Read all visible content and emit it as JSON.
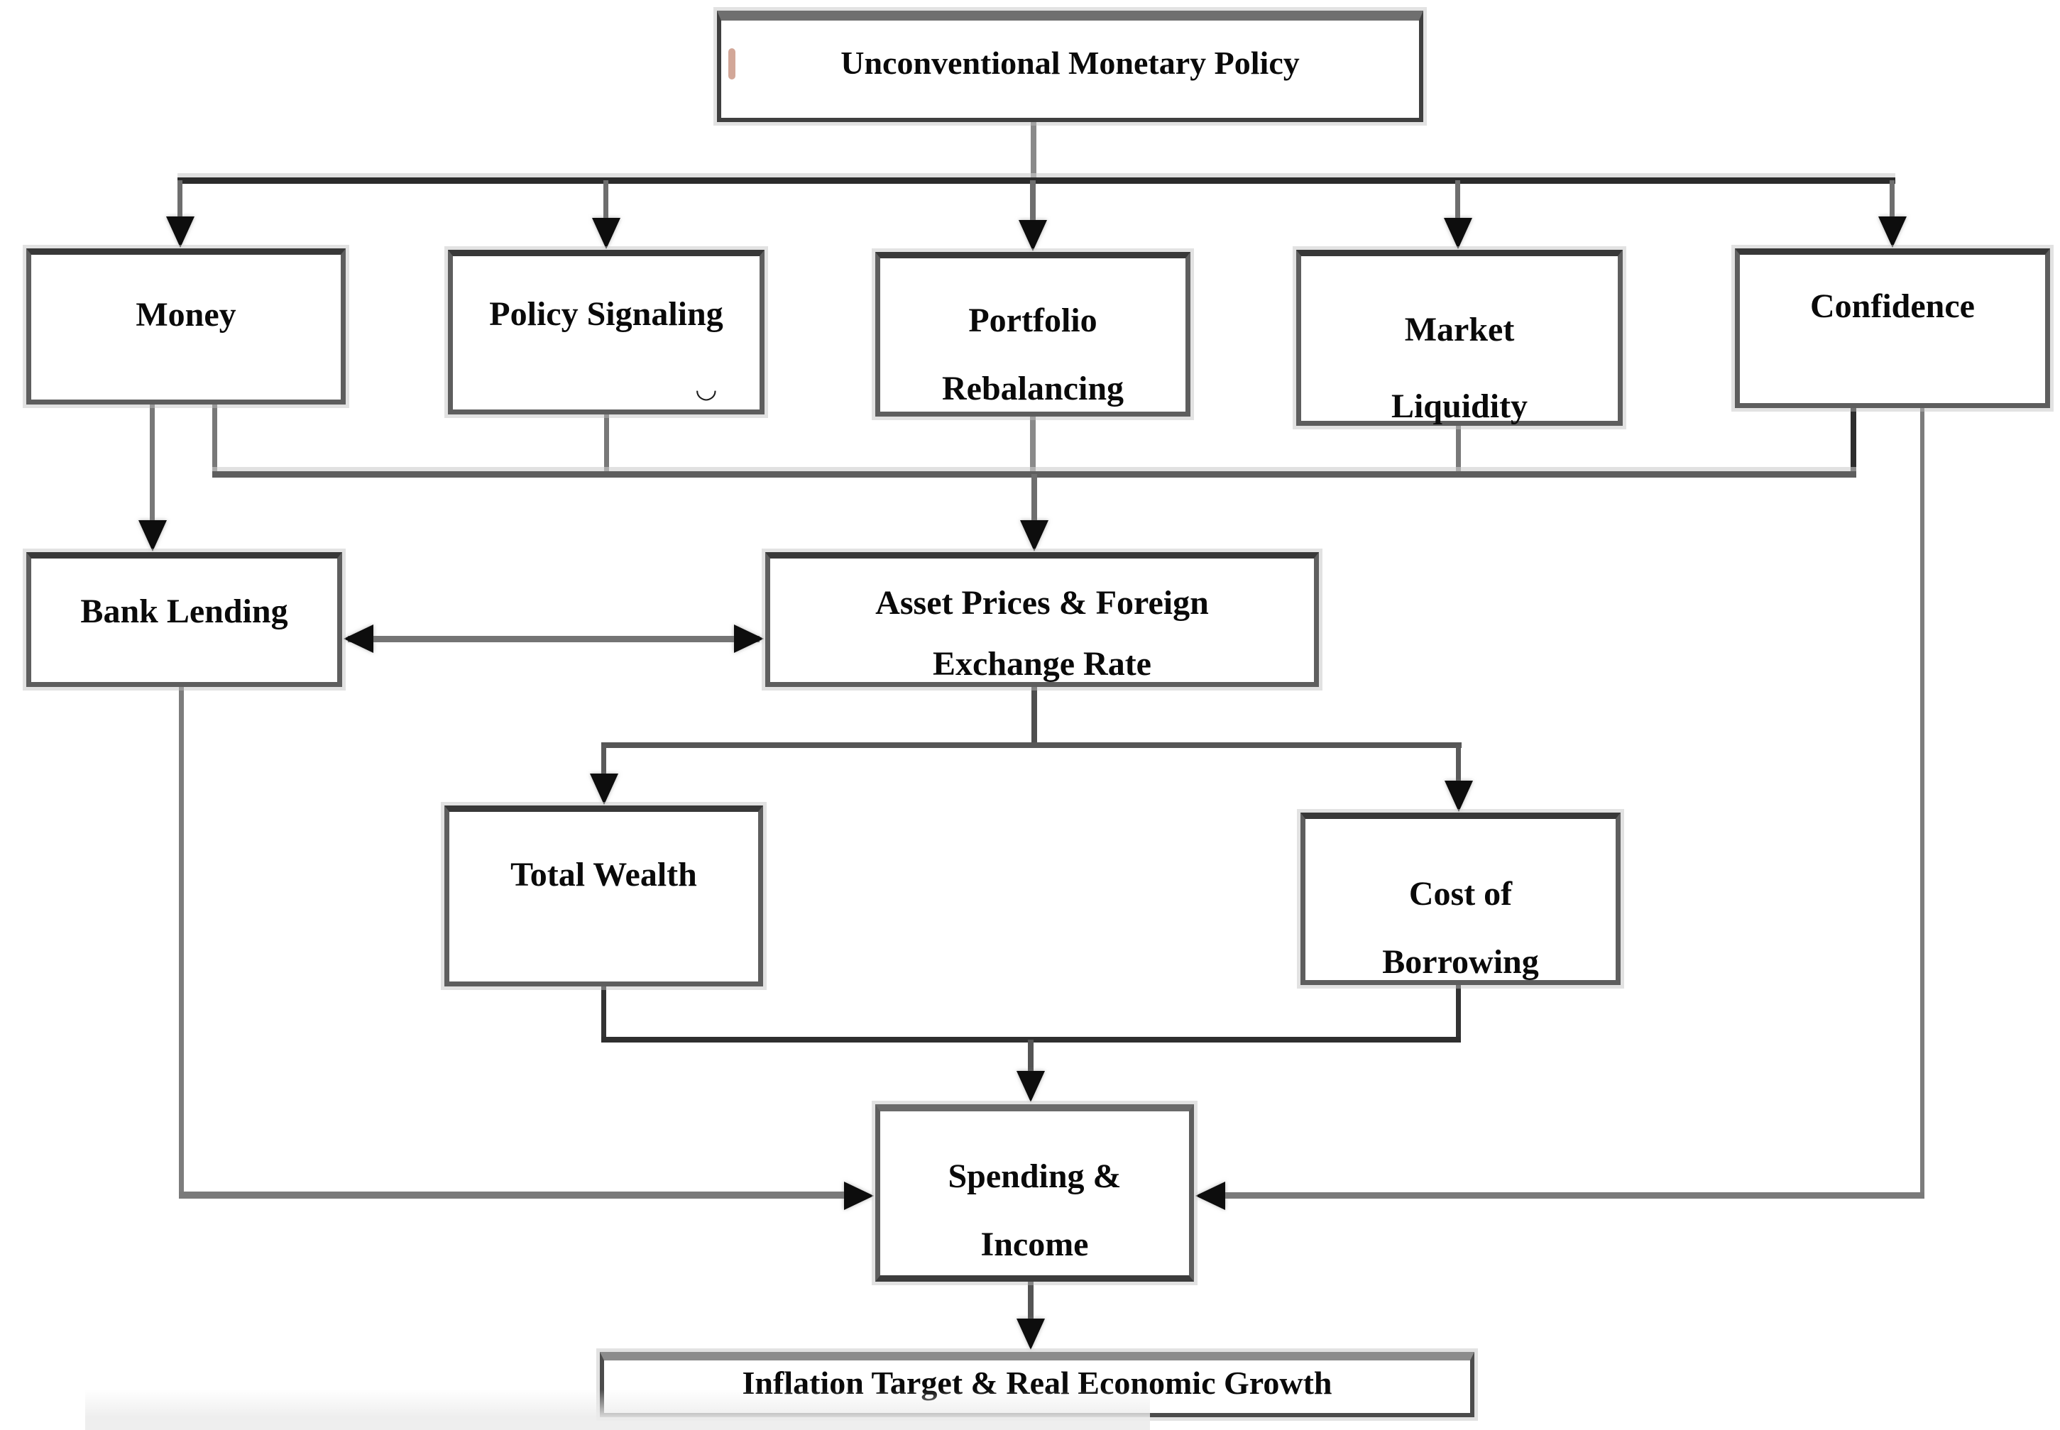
{
  "diagram": {
    "type": "flowchart",
    "nodes": {
      "ump": "Unconventional Monetary Policy",
      "money": "Money",
      "policy_signaling": "Policy Signaling",
      "portfolio_rebalancing": "Portfolio\nRebalancing",
      "market_liquidity": "Market\nLiquidity",
      "confidence": "Confidence",
      "bank_lending": "Bank Lending",
      "asset_prices": "Asset Prices & Foreign\nExchange Rate",
      "total_wealth": "Total Wealth",
      "cost_of_borrowing": "Cost of\nBorrowing",
      "spending_income": "Spending &\nIncome",
      "inflation_growth": "Inflation Target & Real Economic Growth"
    },
    "edges": [
      {
        "from": "ump",
        "to": "money",
        "arrow": true
      },
      {
        "from": "ump",
        "to": "policy_signaling",
        "arrow": true
      },
      {
        "from": "ump",
        "to": "portfolio_rebalancing",
        "arrow": true
      },
      {
        "from": "ump",
        "to": "market_liquidity",
        "arrow": true
      },
      {
        "from": "ump",
        "to": "confidence",
        "arrow": true
      },
      {
        "from": "money",
        "to": "bank_lending",
        "arrow": true
      },
      {
        "from": "money",
        "to": "asset_prices",
        "arrow": true,
        "via": "shared collector line"
      },
      {
        "from": "policy_signaling",
        "to": "asset_prices",
        "arrow": true,
        "via": "shared collector line"
      },
      {
        "from": "portfolio_rebalancing",
        "to": "asset_prices",
        "arrow": true,
        "via": "shared collector line"
      },
      {
        "from": "market_liquidity",
        "to": "asset_prices",
        "arrow": true,
        "via": "shared collector line"
      },
      {
        "from": "confidence",
        "to": "asset_prices",
        "arrow": true,
        "via": "shared collector line"
      },
      {
        "from": "bank_lending",
        "to": "asset_prices",
        "bidirectional": true
      },
      {
        "from": "asset_prices",
        "to": "total_wealth",
        "arrow": true
      },
      {
        "from": "asset_prices",
        "to": "cost_of_borrowing",
        "arrow": true
      },
      {
        "from": "total_wealth",
        "to": "spending_income",
        "arrow": true,
        "via": "shared collector line"
      },
      {
        "from": "cost_of_borrowing",
        "to": "spending_income",
        "arrow": true,
        "via": "shared collector line"
      },
      {
        "from": "bank_lending",
        "to": "spending_income",
        "arrow": true
      },
      {
        "from": "confidence",
        "to": "spending_income",
        "arrow": true
      },
      {
        "from": "spending_income",
        "to": "inflation_growth",
        "arrow": true
      }
    ],
    "artifacts": {
      "policy_box_smudge": "◡"
    },
    "colors": {
      "background": "#ffffff",
      "box_fill": "#ffffff",
      "box_border": "#5e5e5e",
      "box_border_dark": "#383838",
      "line": "#6e6e6e",
      "line_dark": "#2b2b2b",
      "arrowhead": "#0d0d0d",
      "text": "#0a0a0a",
      "artifact_pink": "#c38a76"
    }
  }
}
